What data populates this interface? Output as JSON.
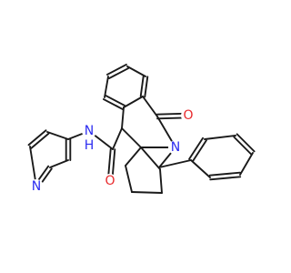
{
  "molecule": {
    "atoms": [
      {
        "id": "O1",
        "label": "O",
        "color": "#e8292c"
      },
      {
        "id": "N2",
        "label": "N",
        "color": "#2c2cf0"
      },
      {
        "id": "N_amide",
        "label": "N",
        "color": "#2c2cf0"
      },
      {
        "id": "H_amide",
        "label": "H",
        "color": "#2c2cf0"
      },
      {
        "id": "O2",
        "label": "O",
        "color": "#e8292c"
      },
      {
        "id": "N_pyr",
        "label": "N",
        "color": "#2c2cf0"
      }
    ],
    "bond_color": "#1a1a1a"
  }
}
